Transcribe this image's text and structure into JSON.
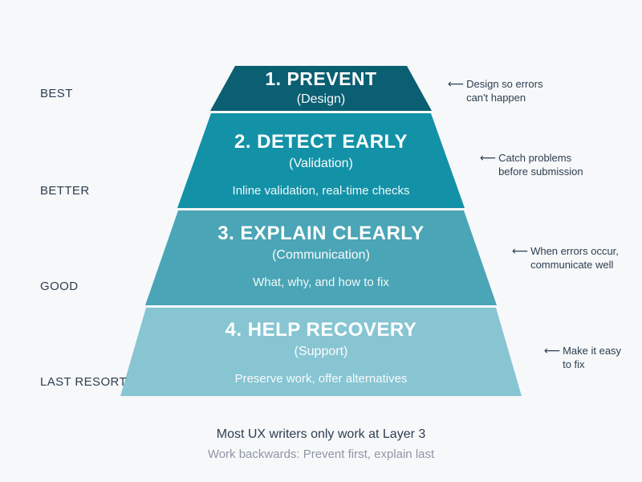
{
  "colors": {
    "background": "#f7f8fa",
    "label_text": "#2c3e50",
    "muted_text": "#8d97a6"
  },
  "icons": {
    "left_arrow": "⟵"
  },
  "layers": [
    {
      "rank_label": "BEST",
      "title": "1. PREVENT",
      "subtitle": "(Design)",
      "description": "",
      "color": "#0b5f72",
      "annotation_line1": "Design so errors",
      "annotation_line2": "can't happen"
    },
    {
      "rank_label": "BETTER",
      "title": "2. DETECT EARLY",
      "subtitle": "(Validation)",
      "description": "Inline validation, real-time checks",
      "color": "#1392a7",
      "annotation_line1": "Catch problems",
      "annotation_line2": "before submission"
    },
    {
      "rank_label": "GOOD",
      "title": "3. EXPLAIN CLEARLY",
      "subtitle": "(Communication)",
      "description": "What, why, and how to fix",
      "color": "#4aa5b6",
      "annotation_line1": "When errors occur,",
      "annotation_line2": "communicate well"
    },
    {
      "rank_label": "LAST RESORT",
      "title": "4. HELP RECOVERY",
      "subtitle": "(Support)",
      "description": "Preserve work, offer alternatives",
      "color": "#87c5d3",
      "annotation_line1": "Make it easy",
      "annotation_line2": "to fix"
    }
  ],
  "footer": {
    "line1": "Most UX writers only work at Layer 3",
    "line2": "Work backwards: Prevent first, explain last"
  }
}
